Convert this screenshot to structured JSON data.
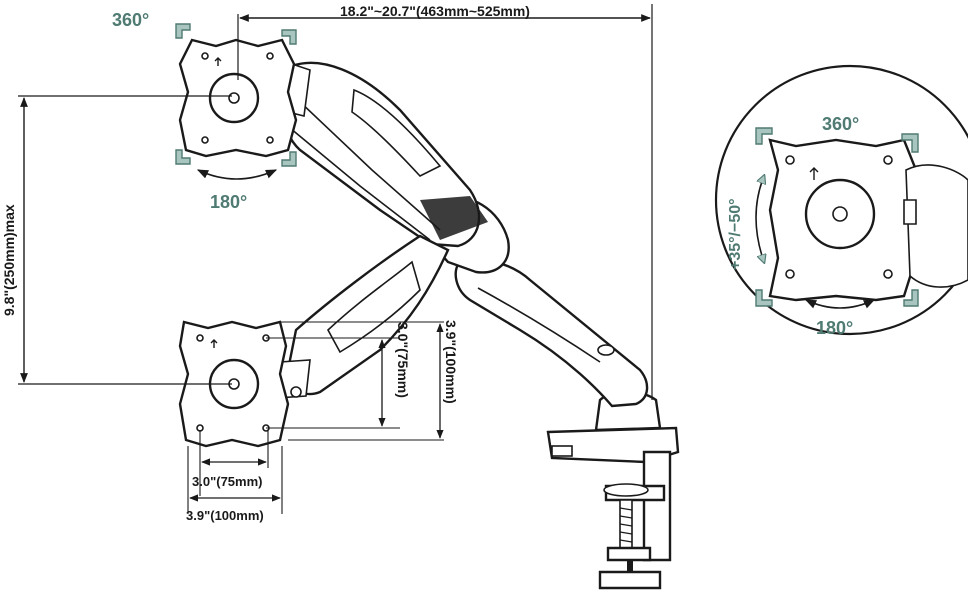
{
  "dimensions": {
    "reach": "18.2\"~20.7\"(463mm~525mm)",
    "height": "9.8\"(250mm)max",
    "vesa_small_h": "3.0\"(75mm)",
    "vesa_large_h": "3.9\"(100mm)",
    "vesa_small_v": "3.0\"(75mm)",
    "vesa_large_v": "3.9\"(100mm)"
  },
  "rotation": {
    "top_plate_rotate": "360°",
    "top_plate_swivel": "180°",
    "detail_rotate": "360°",
    "detail_swivel": "180°",
    "detail_tilt": "+35°/−50°"
  },
  "colors": {
    "ink": "#1a1a1a",
    "accent": "#4f7b72",
    "accent_fill": "#a9c5bf"
  }
}
